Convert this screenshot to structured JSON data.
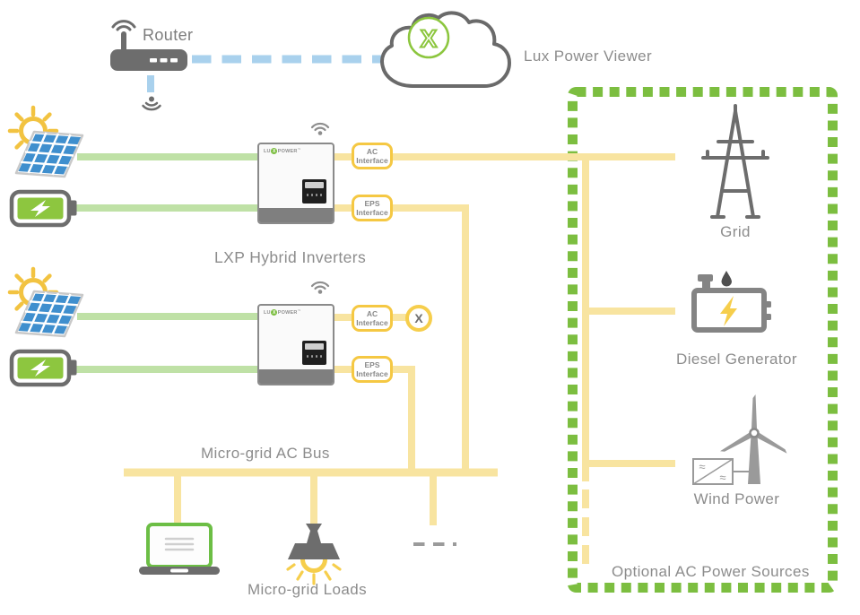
{
  "labels": {
    "router": "Router",
    "cloud_viewer": "Lux Power Viewer",
    "hybrid_inverters": "LXP Hybrid Inverters",
    "ac_bus": "Micro-grid AC Bus",
    "loads": "Micro-grid Loads",
    "optional_sources": "Optional AC Power Sources",
    "grid": "Grid",
    "diesel_generator": "Diesel Generator",
    "wind_power": "Wind Power"
  },
  "badges": {
    "ac": {
      "line1": "AC",
      "line2": "Interface"
    },
    "eps": {
      "line1": "EPS",
      "line2": "Interface"
    }
  },
  "inverter_logo": {
    "pre": "LU",
    "x": "X",
    "post": "POWER",
    "tm": "™"
  },
  "marks": {
    "cloud_logo": "X",
    "disconnect": "X",
    "ac_wave": "≈"
  },
  "colors": {
    "line_green": "#BFE1A6",
    "line_yellow": "#F8E4A0",
    "badge_yellow": "#F5C843",
    "box_green": "#7CBE40",
    "link_blue": "#A9D1ED",
    "icon_gray": "#6d6d6d",
    "text_gray": "#8c8c8c",
    "battery_green": "#8DC63F",
    "panel_blue": "#3F8FCE",
    "sun_yellow": "#F2C341",
    "bolt_yellow": "#F6CE4C"
  }
}
